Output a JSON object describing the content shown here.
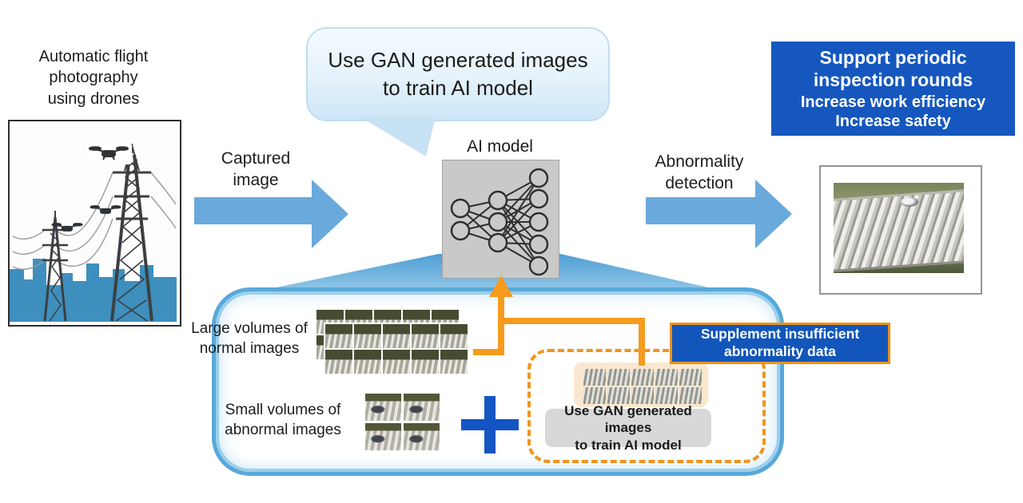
{
  "colors": {
    "arrow_blue": "#69a9dc",
    "container_border_blue": "#58a8da",
    "deep_blue": "#1557be",
    "badge_blue": "#1256bb",
    "plus_blue": "#1455c4",
    "orange": "#f59b1e",
    "bubble_fill": "#e4f2fb",
    "ai_box_gray": "#c9c9c9",
    "gan_label_gray": "#d8d8d8",
    "city_blue": "#3e8fbd"
  },
  "drone_section": {
    "caption": "Automatic flight\nphotography\nusing drones"
  },
  "speech_bubble": {
    "text": "Use GAN generated images\nto train AI model"
  },
  "flow": {
    "captured_arrow_label": "Captured\nimage",
    "ai_model_label": "AI model",
    "abnormality_arrow_label": "Abnormality\ndetection"
  },
  "benefits": {
    "title": "Support periodic\ninspection rounds",
    "subtitle": "Increase work efficiency\nIncrease safety"
  },
  "training_box": {
    "normal_images_label": "Large volumes of\nnormal images",
    "abnormal_images_label": "Small volumes of\nabnormal images",
    "plus_sign": "+",
    "gan_box_label": "Use GAN generated images\nto train AI model",
    "supplement_badge": "Supplement insufficient\nabnormality data"
  },
  "icons": {
    "neural_network": "neural-network-icon",
    "drone": "drone-icon",
    "plus": "plus-icon",
    "right_arrow": "right-arrow-icon"
  }
}
